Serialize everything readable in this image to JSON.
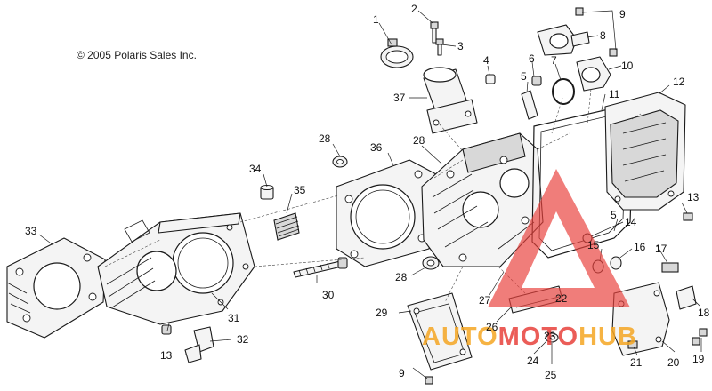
{
  "copyright": "© 2005 Polaris Sales Inc.",
  "watermark": {
    "text_part1": "AUTO",
    "text_part2": "MOTO",
    "text_part3": "HUB",
    "color_triangle": "#e8413c",
    "color_text_a": "#f5a623",
    "color_text_b": "#e8413c"
  },
  "callouts": {
    "c1": "1",
    "c2": "2",
    "c3": "3",
    "c4": "4",
    "c5a": "5",
    "c5b": "5",
    "c6": "6",
    "c7": "7",
    "c8": "8",
    "c9a": "9",
    "c9b": "9",
    "c10": "10",
    "c11": "11",
    "c12": "12",
    "c13a": "13",
    "c13b": "13",
    "c14": "14",
    "c15": "15",
    "c16": "16",
    "c17": "17",
    "c18": "18",
    "c19": "19",
    "c20": "20",
    "c21": "21",
    "c22": "22",
    "c23": "23",
    "c24": "24",
    "c25": "25",
    "c26": "26",
    "c27": "27",
    "c28a": "28",
    "c28b": "28",
    "c28c": "28",
    "c29": "29",
    "c30": "30",
    "c31": "31",
    "c32": "32",
    "c33": "33",
    "c34": "34",
    "c35": "35",
    "c36": "36",
    "c37": "37"
  }
}
